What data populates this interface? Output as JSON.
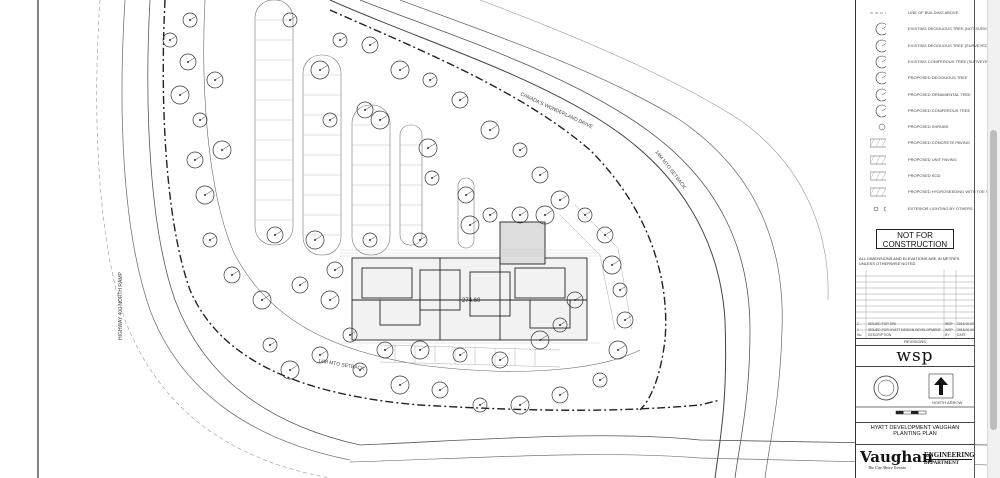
{
  "plan": {
    "labels": {
      "canada_drive": "CANADA'S WONDERLAND DRIVE",
      "mto_setback_east": "14M MTO SETBACK",
      "mto_setback_south": "14M MTO SETBACK",
      "hwy_ramp": "HIGHWAY 400 NORTH RAMP",
      "elevation": "274.60"
    }
  },
  "legend": [
    {
      "icon": "building-above-line",
      "text": "LINE OF BUILDING ABOVE"
    },
    {
      "icon": "existing-deciduous-tree-icon",
      "text": "EXISTING DECIDUOUS TREE (NOT SURVEYED)"
    },
    {
      "icon": "existing-deciduous-tree-removed-icon",
      "text": "EXISTING DECIDUOUS TREE (SURVEYED)"
    },
    {
      "icon": "existing-coniferous-tree-icon",
      "text": "EXISTING CONIFEROUS TREE (SURVEYED)"
    },
    {
      "icon": "proposed-deciduous-tree-icon",
      "text": "PROPOSED DECIDUOUS TREE"
    },
    {
      "icon": "proposed-ornamental-tree-icon",
      "text": "PROPOSED ORNAMENTAL TREE"
    },
    {
      "icon": "proposed-coniferous-tree-icon",
      "text": "PROPOSED CONIFEROUS TREE"
    },
    {
      "icon": "proposed-shrub-icon",
      "text": "PROPOSED SHRUBS"
    },
    {
      "icon": "concrete-paving-hatch",
      "text": "PROPOSED CONCRETE PAVING"
    },
    {
      "icon": "unit-paving-hatch",
      "text": "PROPOSED UNIT PAVING"
    },
    {
      "icon": "sod-hatch",
      "text": "PROPOSED SOD"
    },
    {
      "icon": "hydroseeding-hatch",
      "text": "PROPOSED HYDROSEEDING WITH TOE SWALE"
    },
    {
      "icon": "exterior-lighting-icon",
      "text": "EXTERIOR LIGHTING BY OTHERS"
    }
  ],
  "title_block": {
    "not_for_construction": "NOT FOR CONSTRUCTION",
    "notes": "ALL DIMENSIONS AND ELEVATIONS ARE IN METRES UNLESS OTHERWISE NOTED",
    "revisions": [
      {
        "no": "2",
        "desc": "ISSUED FOR SPA",
        "by": "WSP",
        "date": "2018.00.00"
      },
      {
        "no": "1",
        "desc": "ISSUED FOR HYATT DESIGN DEVELOPMENT",
        "by": "WSP",
        "date": "2018.00.00"
      },
      {
        "no": "No.",
        "desc": "DESCRIPTION",
        "by": "BY",
        "date": "DATE"
      }
    ],
    "revisions_label": "REVISIONS",
    "consultant": "wsp",
    "north_label": "NORTH ARROW",
    "project_title": "HYATT DEVELOPMENT VAUGHAN",
    "sheet_title": "PLANTING PLAN",
    "city_logo": "Vaughan",
    "city_tagline": "The City Above Toronto",
    "dept_logo_1": "ENGINEERING",
    "dept_logo_2": "DEPARTMENT"
  }
}
